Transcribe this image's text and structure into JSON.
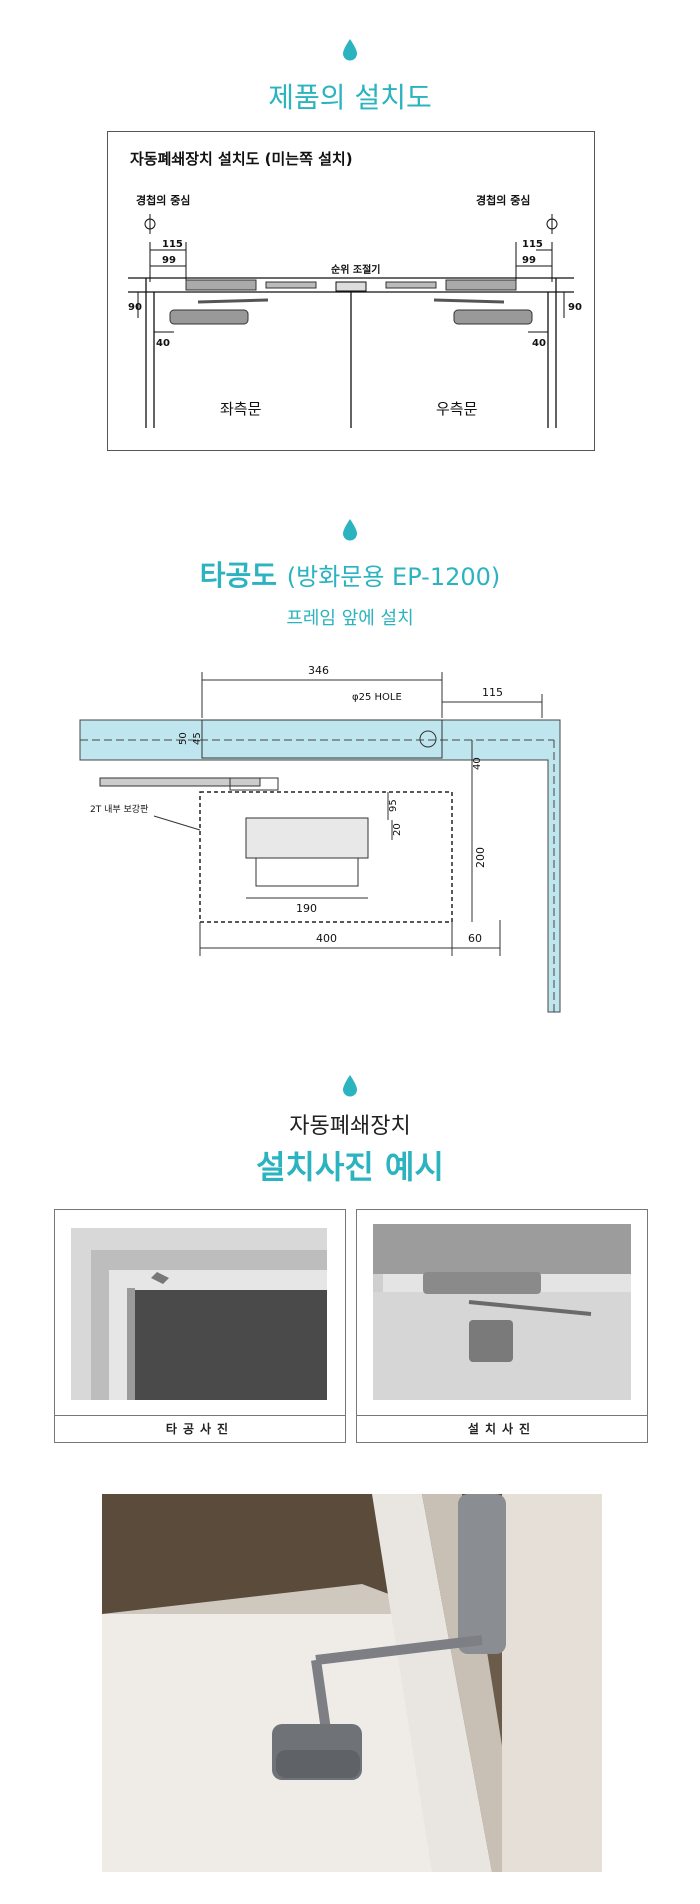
{
  "section1": {
    "title": "제품의 설치도",
    "diagram_title": "자동폐쇄장치 설치도 (미는쪽 설치)",
    "center_label_left": "경첩의 중심",
    "center_label_right": "경첩의 중심",
    "dim_115": "115",
    "dim_99": "99",
    "dim_90": "90",
    "dim_40": "40",
    "sequence_label": "순위 조절기",
    "left_door": "좌측문",
    "right_door": "우측문"
  },
  "section2": {
    "title_main": "타공도",
    "title_sub": "(방화문용 EP-1200)",
    "subtitle": "프레임 앞에 설치",
    "dim_346": "346",
    "dim_115": "115",
    "hole_label": "φ25 HOLE",
    "dim_50": "50",
    "dim_45": "45",
    "dim_40": "40",
    "dim_95": "95",
    "dim_20": "20",
    "dim_200": "200",
    "dim_190": "190",
    "dim_400": "400",
    "dim_60": "60",
    "reinforce_label": "2T 내부 보강판"
  },
  "section3": {
    "title_small": "자동폐쇄장치",
    "title_big": "설치사진 예시",
    "caption_left": "타공사진",
    "caption_right": "설치사진"
  },
  "colors": {
    "accent": "#2bb3c0",
    "frame_fill": "#bfe6ee"
  }
}
